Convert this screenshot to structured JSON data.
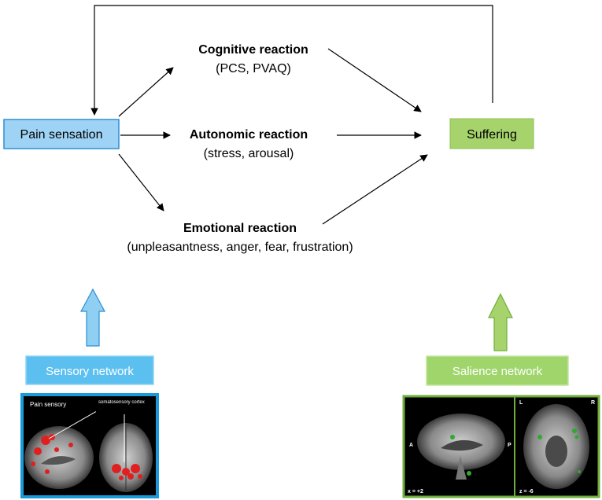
{
  "nodes": {
    "pain_sensation": "Pain sensation",
    "suffering": "Suffering",
    "cognitive": {
      "title": "Cognitive reaction",
      "detail": "(PCS, PVAQ)"
    },
    "autonomic": {
      "title": "Autonomic reaction",
      "detail": "(stress, arousal)"
    },
    "emotional": {
      "title": "Emotional reaction",
      "detail": "(unpleasantness, anger, fear, frustration)"
    }
  },
  "networks": {
    "sensory": {
      "label": "Sensory network",
      "image_title": "Pain sensory",
      "image_annotation": "somatosensory cortex"
    },
    "salience": {
      "label": "Salience network",
      "labels": {
        "A": "A",
        "P": "P",
        "L": "L",
        "R": "R",
        "x": "x = +2",
        "z": "z = -6"
      }
    }
  },
  "colors": {
    "pain_box_fill": "#9fd3f5",
    "pain_box_stroke": "#2e8fd4",
    "suffering_fill": "#a6d36b",
    "sensory_label_fill": "#5bc0f0",
    "sensory_arrow_fill": "#8ecff2",
    "salience_label_fill": "#9fd56a",
    "salience_arrow_fill": "#a6d36b",
    "brain_activation_red": "#e02020",
    "brain_activation_green": "#2faa2f"
  }
}
